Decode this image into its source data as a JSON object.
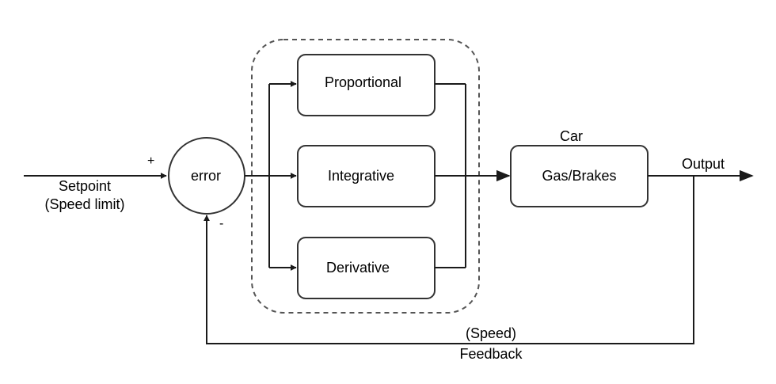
{
  "diagram": {
    "summing_junction": {
      "label": "error",
      "plus_sign": "+",
      "minus_sign": "-"
    },
    "setpoint": {
      "line1": "Setpoint",
      "line2": "(Speed limit)"
    },
    "controller": {
      "proportional": "Proportional",
      "integrative": "Integrative",
      "derivative": "Derivative"
    },
    "plant": {
      "title": "Car",
      "label": "Gas/Brakes"
    },
    "output": {
      "label": "Output"
    },
    "feedback": {
      "line1": "(Speed)",
      "line2": "Feedback"
    },
    "colors": {
      "stroke": "#333333",
      "dashed_border": "#555555",
      "text": "#000000"
    }
  }
}
